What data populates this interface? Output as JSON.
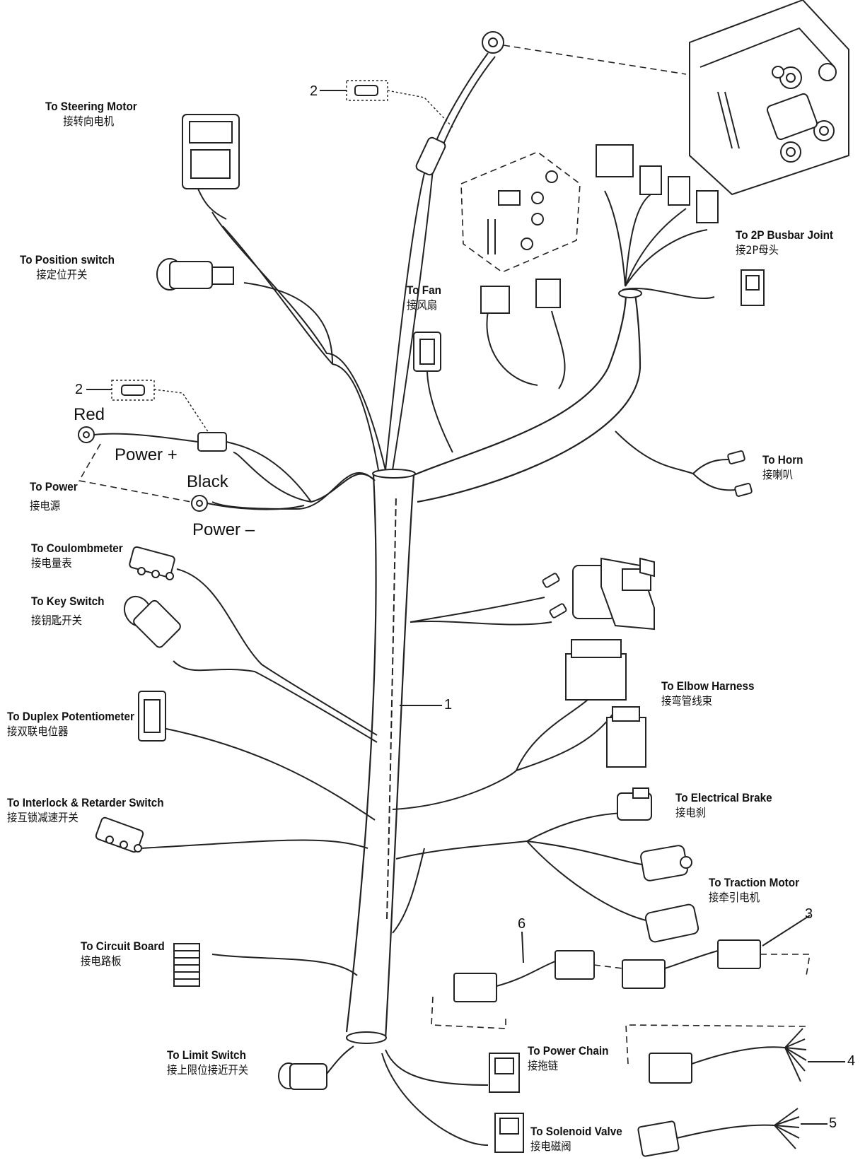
{
  "labels": {
    "steering_motor": {
      "en": "To Steering Motor",
      "zh": "接转向电机"
    },
    "position_switch": {
      "en": "To Position switch",
      "zh": "接定位开关"
    },
    "fan": {
      "en": "To Fan",
      "zh": "接风扇"
    },
    "busbar": {
      "en": "To 2P Busbar Joint",
      "zh": "接2P母头"
    },
    "horn": {
      "en": "To Horn",
      "zh": "接喇叭"
    },
    "power": {
      "en": "To Power",
      "zh": "接电源"
    },
    "coulombmeter": {
      "en": "To Coulombmeter",
      "zh": "接电量表"
    },
    "key_switch": {
      "en": "To Key Switch",
      "zh": "接钥匙开关"
    },
    "elbow_harness": {
      "en": "To Elbow Harness",
      "zh": "接弯管线束"
    },
    "duplex_pot": {
      "en": "To Duplex Potentiometer",
      "zh": "接双联电位器"
    },
    "electrical_brake": {
      "en": "To Electrical Brake",
      "zh": "接电刹"
    },
    "interlock": {
      "en": "To Interlock & Retarder  Switch",
      "zh": "接互锁减速开关"
    },
    "traction_motor": {
      "en": "To Traction Motor",
      "zh": "接牵引电机"
    },
    "circuit_board": {
      "en": "To Circuit Board",
      "zh": "接电路板"
    },
    "power_chain": {
      "en": "To Power Chain",
      "zh": "接拖链"
    },
    "limit_switch": {
      "en": "To Limit Switch",
      "zh": "接上限位接近开关"
    },
    "solenoid_valve": {
      "en": "To Solenoid Valve",
      "zh": "接电磁阀"
    }
  },
  "terminals": {
    "red": "Red",
    "power_plus": "Power +",
    "black": "Black",
    "power_minus": "Power –"
  },
  "callouts": [
    "1",
    "2",
    "2",
    "3",
    "4",
    "5",
    "6"
  ]
}
